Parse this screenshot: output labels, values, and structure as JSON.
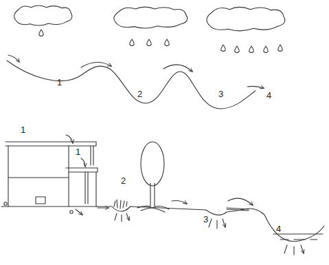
{
  "diagram": {
    "labels": [
      "1",
      "2",
      "3",
      "4",
      "1",
      "1",
      "2",
      "3",
      "4"
    ]
  }
}
